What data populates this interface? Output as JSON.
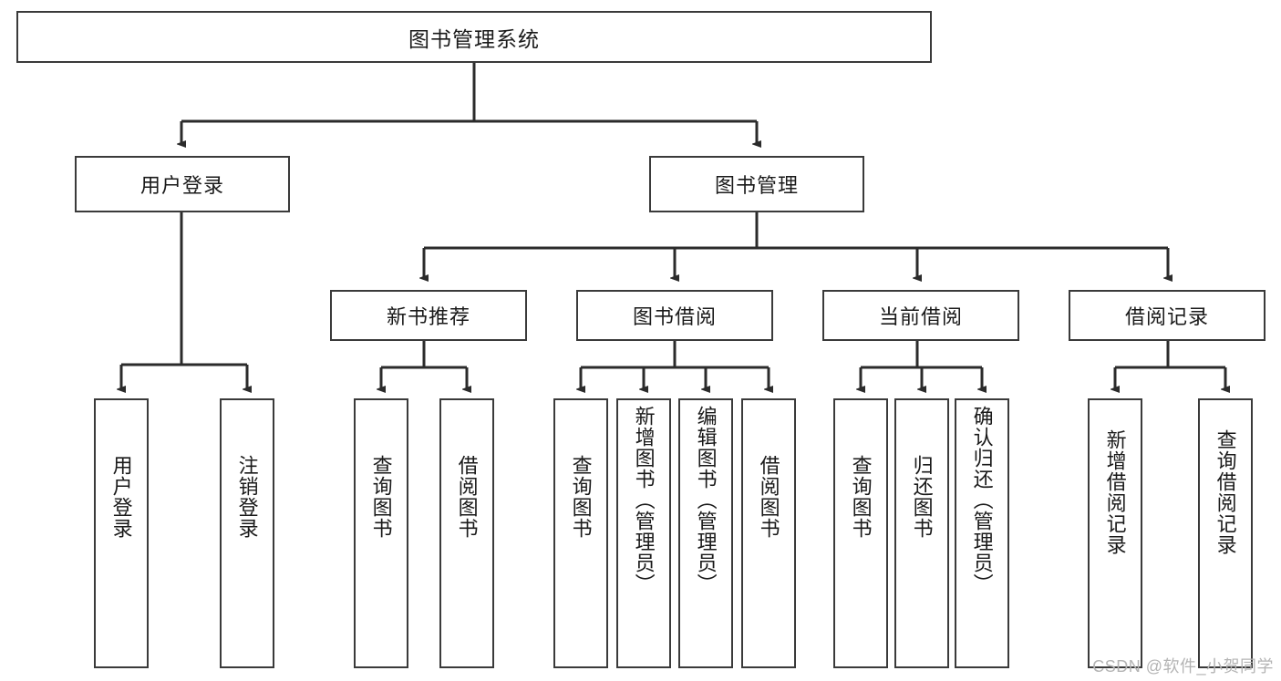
{
  "diagram": {
    "title": "图书管理系统",
    "type": "tree-hierarchy",
    "watermark": "CSDN @软件_小贺同学",
    "colors": {
      "box_border": "#3a3a3a",
      "box_fill": "#ffffff",
      "edge": "#2b2b2b",
      "text": "#1a1a1a",
      "watermark": "#b4b4b4",
      "background": "#ffffff"
    }
  },
  "nodes": {
    "root": {
      "label": "图书管理系统"
    },
    "level1": [
      {
        "id": "user-login",
        "label": "用户登录"
      },
      {
        "id": "book-manage",
        "label": "图书管理"
      }
    ],
    "level2": [
      {
        "id": "new-book-recommend",
        "label": "新书推荐"
      },
      {
        "id": "book-borrow",
        "label": "图书借阅"
      },
      {
        "id": "current-borrow",
        "label": "当前借阅"
      },
      {
        "id": "borrow-record",
        "label": "借阅记录"
      }
    ],
    "leaves": {
      "user_login": [
        {
          "id": "leaf-user-login",
          "label": "用户登录"
        },
        {
          "id": "leaf-logout-login",
          "label": "注销登录"
        }
      ],
      "new_book_recommend": [
        {
          "id": "leaf-query-book-1",
          "label": "查询图书"
        },
        {
          "id": "leaf-borrow-book-1",
          "label": "借阅图书"
        }
      ],
      "book_borrow": [
        {
          "id": "leaf-query-book-2",
          "label": "查询图书"
        },
        {
          "id": "leaf-add-book",
          "label": "新增图书（管理员）"
        },
        {
          "id": "leaf-edit-book",
          "label": "编辑图书（管理员）"
        },
        {
          "id": "leaf-borrow-book-2",
          "label": "借阅图书"
        }
      ],
      "current_borrow": [
        {
          "id": "leaf-query-book-3",
          "label": "查询图书"
        },
        {
          "id": "leaf-return-book",
          "label": "归还图书"
        },
        {
          "id": "leaf-confirm-return",
          "label": "确认归还（管理员）"
        }
      ],
      "borrow_record": [
        {
          "id": "leaf-add-record",
          "label": "新增借阅记录"
        },
        {
          "id": "leaf-query-record",
          "label": "查询借阅记录"
        }
      ]
    }
  }
}
